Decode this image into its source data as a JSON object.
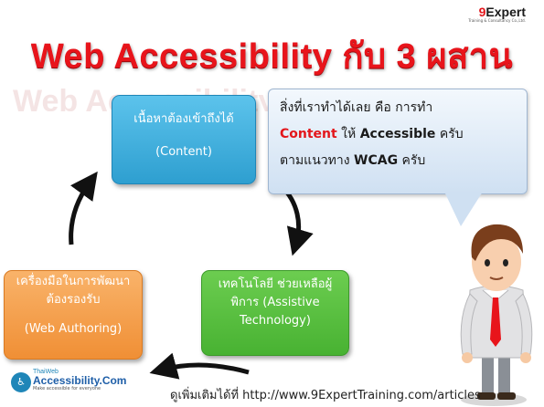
{
  "header": {
    "logo_number": "9",
    "logo_text": "Expert",
    "logo_tagline": "Training & Consultancy Co.,Ltd.",
    "title": "Web Accessibility กับ 3 ผสาน",
    "ghost_title": "Web Accessibility"
  },
  "boxes": {
    "content": {
      "line1": "เนื้อหาต้องเข้าถึงได้",
      "line2": "(Content)"
    },
    "authoring": {
      "line1": "เครื่องมือในการพัฒนา",
      "line2": "ต้องรองรับ",
      "line3": "(Web Authoring)"
    },
    "assistive": {
      "line1": "เทคโนโลยี ช่วยเหลือผู้",
      "line2": "พิการ (Assistive",
      "line3": "Technology)"
    }
  },
  "bubble": {
    "line1": "สิ่งที่เราทำได้เลย คือ การทำ",
    "line2_red": "Content",
    "line2_mid": " ให้ ",
    "line2_bold": "Accessible",
    "line2_end": " ครับ",
    "line3_pre": "ตามแนวทาง ",
    "line3_bold": "WCAG",
    "line3_end": " ครับ"
  },
  "footer": {
    "logo_small": "ThaiWeb",
    "logo_main": "Accessibility.Com",
    "logo_sub": "Make  accessible  for everyone",
    "url_text": "ดูเพิ่มเติมได้ที่ http://www.9ExpertTraining.com/articles"
  },
  "colors": {
    "title_red": "#e8141b",
    "content_blue": "#2e9fd0",
    "authoring_orange": "#f08f35",
    "assistive_green": "#48b232"
  }
}
